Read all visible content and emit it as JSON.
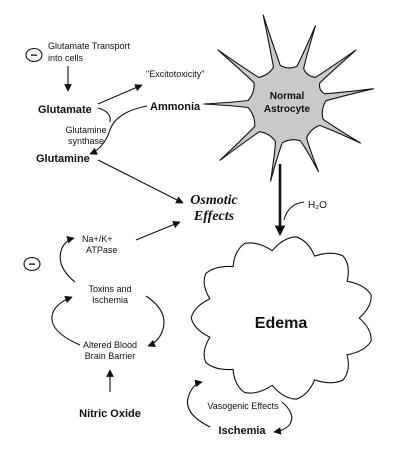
{
  "labels": {
    "glutamate_transport_line1": "Glutamate Transport",
    "glutamate_transport_line2": "into cells",
    "excitotoxicity": "\"Excitotoxicity\"",
    "glutamate": "Glutamate",
    "ammonia": "Ammonia",
    "glutamine_synthase_line1": "Glutamine",
    "glutamine_synthase_line2": "synthase",
    "glutamine": "Glutamine",
    "normal_astrocyte_line1": "Normal",
    "normal_astrocyte_line2": "Astrocyte",
    "osmotic_line1": "Osmotic",
    "osmotic_line2": "Effects",
    "water": "H₂O",
    "na_k_line1": "Na+/K+",
    "na_k_line2": "ATPase",
    "toxins_line1": "Toxins and",
    "toxins_line2": "Ischemia",
    "bbb_line1": "Altered Blood",
    "bbb_line2": "Brain Barrier",
    "nitric_oxide": "Nitric Oxide",
    "edema": "Edema",
    "vasogenic_effects": "Vasogenic Effects",
    "ischemia": "Ischemia",
    "minus_sign": "−"
  },
  "colors": {
    "astrocyte_fill": "#c9c9c9",
    "ink": "#111111",
    "background": "#ffffff"
  }
}
